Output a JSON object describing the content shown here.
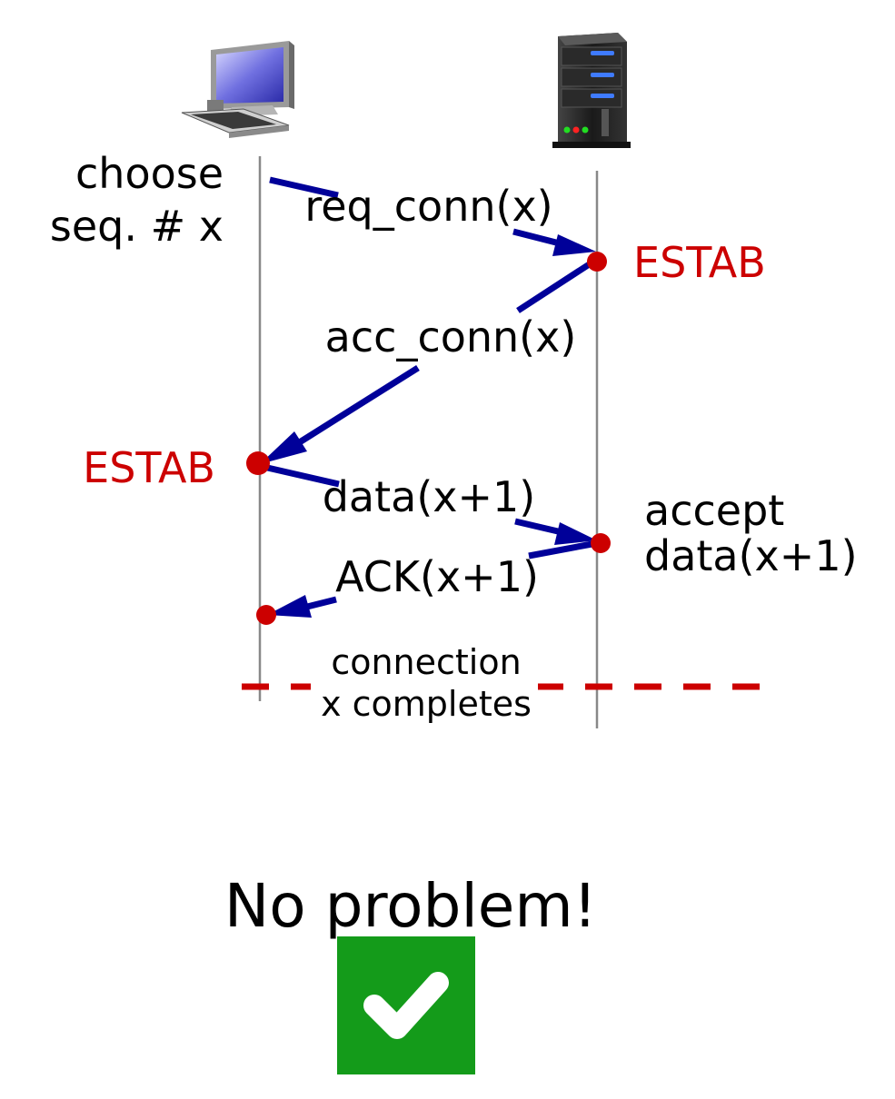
{
  "client": {
    "icon": "desktop-computer-icon",
    "note_line1": "choose",
    "note_line2": "seq. # x",
    "estab": "ESTAB"
  },
  "server": {
    "icon": "server-tower-icon",
    "estab": "ESTAB",
    "note_line1": "accept",
    "note_line2": "data(x+1)"
  },
  "messages": {
    "req_conn": "req_conn(x)",
    "acc_conn": "acc_conn(x)",
    "data": "data(x+1)",
    "ack": "ACK(x+1)"
  },
  "completion": {
    "line1": "connection",
    "line2": "x completes"
  },
  "result": {
    "text": "No problem!",
    "icon": "checkmark-icon"
  },
  "colors": {
    "arrow": "#000099",
    "event": "#cc0000",
    "estab_text": "#cc0000",
    "timeline": "#888888",
    "check_bg": "#149b1a"
  }
}
